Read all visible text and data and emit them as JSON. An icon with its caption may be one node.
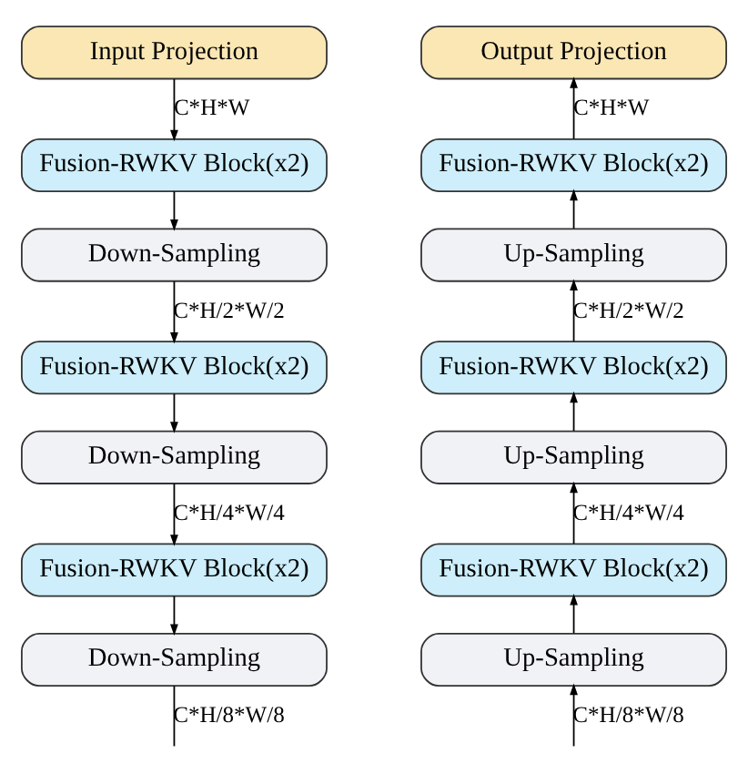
{
  "diagram": {
    "nodes": [
      {
        "text": [
          "Input Projection"
        ]
      },
      {
        "text": [
          "Fusion-RWKV Block(x2)"
        ]
      },
      {
        "text": [
          "Down-Sampling"
        ]
      },
      {
        "text": [
          "Fusion-RWKV Block(x2)"
        ]
      },
      {
        "text": [
          "Down-Sampling"
        ]
      },
      {
        "text": [
          "Fusion-RWKV Block(x2)"
        ]
      },
      {
        "text": [
          "Down-Sampling"
        ]
      },
      {
        "text": [
          "Output Projection"
        ]
      },
      {
        "text": [
          "Fusion-RWKV Block(x2)"
        ]
      },
      {
        "text": [
          "Up-Sampling"
        ]
      },
      {
        "text": [
          "Fusion-RWKV Block(x2)"
        ]
      },
      {
        "text": [
          "Up-Sampling"
        ]
      },
      {
        "text": [
          "Fusion-RWKV Block(x2)"
        ]
      },
      {
        "text": [
          "Up-Sampling"
        ]
      }
    ],
    "edges": [
      {
        "from": 0,
        "to": 1,
        "arrow": "to",
        "label": "C*H*W"
      },
      {
        "from": 1,
        "to": 2,
        "arrow": "to"
      },
      {
        "from": 2,
        "to": 3,
        "arrow": "to",
        "label": "C*H/2*W/2"
      },
      {
        "from": 3,
        "to": 4,
        "arrow": "to"
      },
      {
        "from": 4,
        "to": 5,
        "arrow": "to",
        "label": "C*H/4*W/4"
      },
      {
        "from": 5,
        "to": 6,
        "arrow": "to"
      },
      {
        "from": 6,
        "to": null,
        "arrow": "none",
        "label": "C*H/8*W/8"
      },
      {
        "from": null,
        "to": 13,
        "arrow": "to",
        "label": "C*H/8*W/8"
      },
      {
        "from": 13,
        "to": 12,
        "arrow": "to"
      },
      {
        "from": 12,
        "to": 11,
        "arrow": "to",
        "label": "C*H/4*W/4"
      },
      {
        "from": 11,
        "to": 10,
        "arrow": "to"
      },
      {
        "from": 10,
        "to": 9,
        "arrow": "to",
        "label": "C*H/2*W/2"
      },
      {
        "from": 9,
        "to": 8,
        "arrow": "to"
      },
      {
        "from": 8,
        "to": 7,
        "arrow": "to",
        "label": "C*H*W"
      }
    ]
  }
}
